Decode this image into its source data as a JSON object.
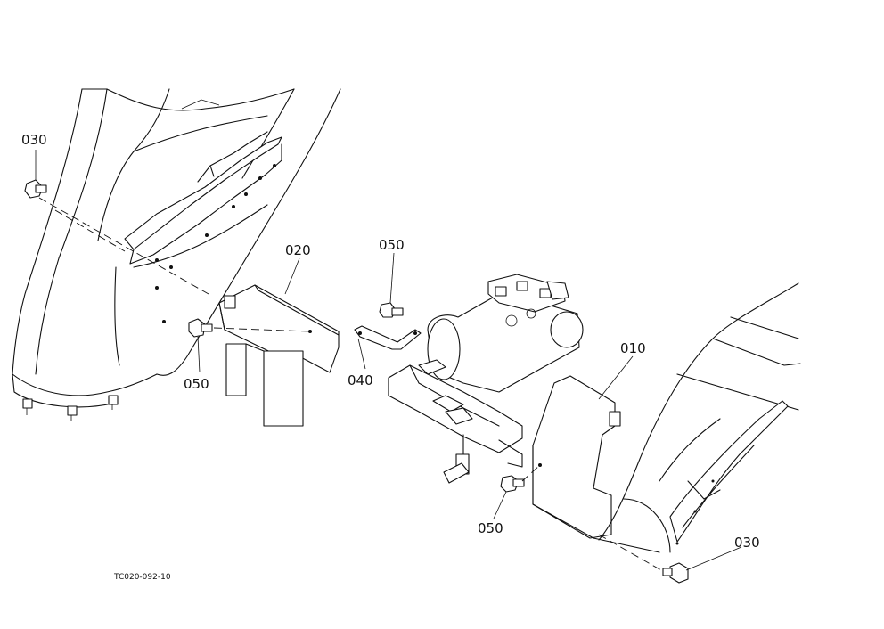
{
  "diagram": {
    "part_labels": {
      "bolt_top_left": "030",
      "cover_left": "020",
      "bolt_top_mid": "050",
      "bolt_left": "050",
      "stay": "040",
      "cover_right": "010",
      "bolt_bottom_mid": "050",
      "bolt_bottom_right": "030"
    },
    "figure_code": "TC020-092-10"
  }
}
